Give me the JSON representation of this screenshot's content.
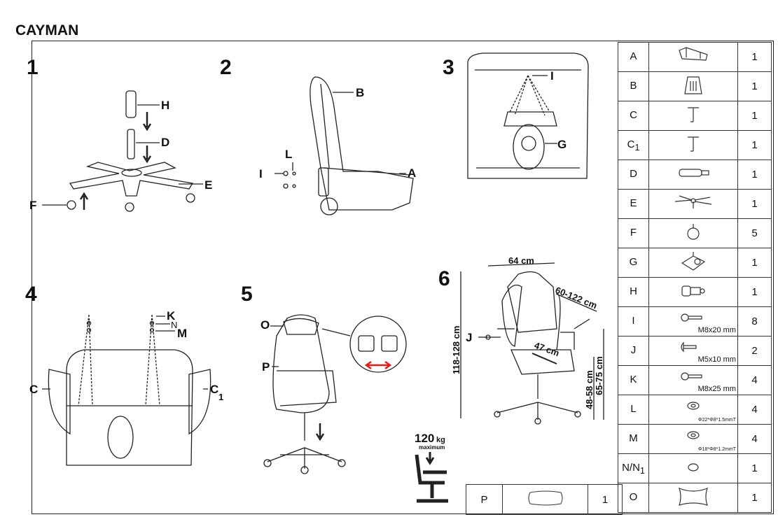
{
  "title": "CAYMAN",
  "steps": {
    "s1": {
      "number": "1",
      "labels": [
        "H",
        "D",
        "E",
        "F"
      ]
    },
    "s2": {
      "number": "2",
      "labels": [
        "B",
        "L",
        "I",
        "A"
      ]
    },
    "s3": {
      "number": "3",
      "labels": [
        "I",
        "G"
      ]
    },
    "s4": {
      "number": "4",
      "labels": [
        "K",
        "N",
        "M",
        "C",
        "C",
        "1"
      ]
    },
    "s5": {
      "number": "5",
      "labels": [
        "O",
        "P"
      ]
    },
    "s6": {
      "number": "6",
      "labels": [
        "J"
      ],
      "dimensions": {
        "width": "64 cm",
        "depth": "60-122 cm",
        "height": "118-128 cm",
        "seat_depth": "47 cm",
        "seat_height": "48-58 cm",
        "armrest_height": "65-75 cm"
      }
    }
  },
  "load": {
    "value": "120",
    "unit": "kg",
    "note": "maximum"
  },
  "parts": [
    {
      "id": "A",
      "sub": "",
      "icon": "seat-icon",
      "spec": "",
      "qty": "1"
    },
    {
      "id": "B",
      "sub": "",
      "icon": "backrest-icon",
      "spec": "",
      "qty": "1"
    },
    {
      "id": "C",
      "sub": "",
      "icon": "armrest-icon",
      "spec": "",
      "qty": "1"
    },
    {
      "id": "C",
      "sub": "1",
      "icon": "armrest-icon",
      "spec": "",
      "qty": "1"
    },
    {
      "id": "D",
      "sub": "",
      "icon": "gas-lift-icon",
      "spec": "",
      "qty": "1"
    },
    {
      "id": "E",
      "sub": "",
      "icon": "base-icon",
      "spec": "",
      "qty": "1"
    },
    {
      "id": "F",
      "sub": "",
      "icon": "caster-icon",
      "spec": "",
      "qty": "5"
    },
    {
      "id": "G",
      "sub": "",
      "icon": "mechanism-icon",
      "spec": "",
      "qty": "1"
    },
    {
      "id": "H",
      "sub": "",
      "icon": "gas-cover-icon",
      "spec": "",
      "qty": "1"
    },
    {
      "id": "I",
      "sub": "",
      "icon": "bolt-icon",
      "spec": "M8x20 mm",
      "qty": "8"
    },
    {
      "id": "J",
      "sub": "",
      "icon": "screw-icon",
      "spec": "M5x10 mm",
      "qty": "2"
    },
    {
      "id": "K",
      "sub": "",
      "icon": "bolt-icon",
      "spec": "M8x25 mm",
      "qty": "4"
    },
    {
      "id": "L",
      "sub": "",
      "icon": "washer-icon",
      "spec": "Φ22*Φ8*1.5mmT",
      "qty": "4"
    },
    {
      "id": "M",
      "sub": "",
      "icon": "washer-icon",
      "spec": "Φ18*Φ8*1.2mmT",
      "qty": "4"
    },
    {
      "id": "N/N",
      "sub": "1",
      "icon": "spring-washer-icon",
      "spec": "",
      "qty": "1"
    },
    {
      "id": "O",
      "sub": "",
      "icon": "headrest-pillow-icon",
      "spec": "",
      "qty": "1"
    }
  ],
  "extra_part": {
    "id": "P",
    "icon": "lumbar-pillow-icon",
    "qty": "1"
  },
  "colors": {
    "line": "#222222",
    "arrow_red": "#e02020"
  }
}
